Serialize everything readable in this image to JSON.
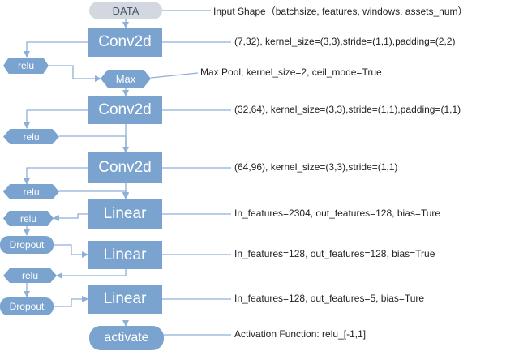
{
  "nodes": {
    "data": "DATA",
    "conv1": "Conv2d",
    "relu1": "relu",
    "maxpool": "Max",
    "conv2": "Conv2d",
    "relu2": "relu",
    "conv3": "Conv2d",
    "relu3": "relu",
    "linear1": "Linear",
    "relu4": "relu",
    "dropout1": "Dropout",
    "linear2": "Linear",
    "relu5": "relu",
    "dropout2": "Dropout",
    "linear3": "Linear",
    "activate": "activate"
  },
  "notes": {
    "data": "Input Shape（batchsize, features, windows, assets_num）",
    "conv1": "(7,32), kernel_size=(3,3),stride=(1,1),padding=(2,2)",
    "maxpool": "Max Pool,    kernel_size=2,   ceil_mode=True",
    "conv2": "(32,64), kernel_size=(3,3),stride=(1,1),padding=(1,1)",
    "conv3": "(64,96), kernel_size=(3,3),stride=(1,1)",
    "linear1": "In_features=2304, out_features=128, bias=Ture",
    "linear2": "In_features=128, out_features=128, bias=True",
    "linear3": "In_features=128, out_features=5, bias=Ture",
    "activate": "Activation Function: relu_[-1,1]"
  },
  "colors": {
    "node_fill": "#7ba3cf",
    "data_fill": "#d3d8e0",
    "connector": "#8fb0d6"
  }
}
